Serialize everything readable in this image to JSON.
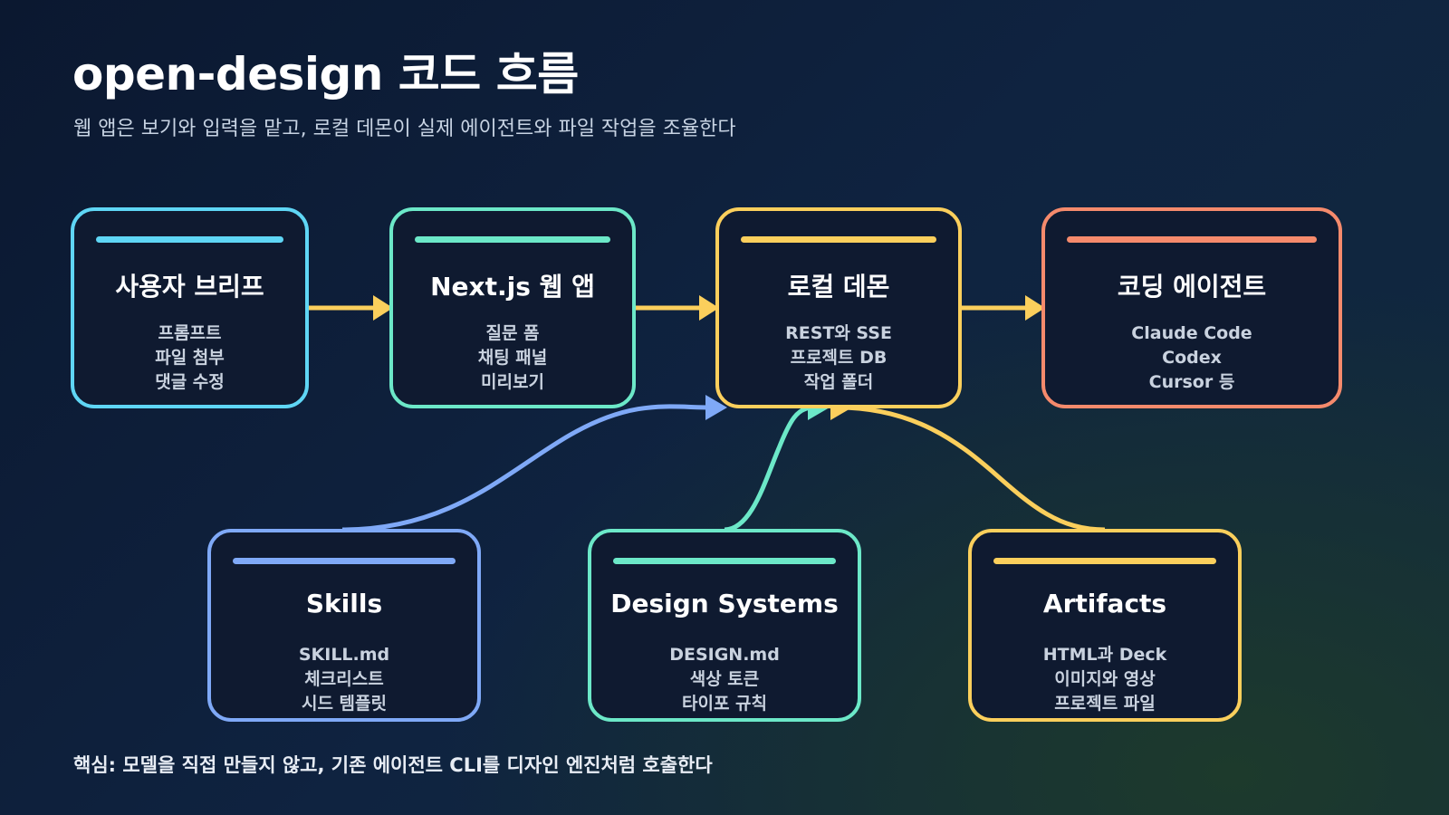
{
  "title": "open-design 코드 흐름",
  "subtitle": "웹 앱은 보기와 입력을 맡고, 로컬 데몬이 실제 에이전트와 파일 작업을 조율한다",
  "footer": "핵심: 모델을 직접 만들지 않고, 기존 에이전트 CLI를 디자인 엔진처럼 호출한다",
  "colors": {
    "cyan": "#5fd6f5",
    "teal": "#6ce8c8",
    "yellow": "#fbcf5c",
    "orange": "#f58a6c",
    "blue": "#7fa9f7"
  },
  "nodes": {
    "user_brief": {
      "title": "사용자 브리프",
      "items": [
        "프롬프트",
        "파일 첨부",
        "댓글 수정"
      ],
      "color": "#5fd6f5"
    },
    "web_app": {
      "title": "Next.js 웹 앱",
      "items": [
        "질문 폼",
        "채팅 패널",
        "미리보기"
      ],
      "color": "#6ce8c8"
    },
    "local_daemon": {
      "title": "로컬 데몬",
      "items": [
        "REST와 SSE",
        "프로젝트 DB",
        "작업 폴더"
      ],
      "color": "#fbcf5c"
    },
    "coding_agent": {
      "title": "코딩 에이전트",
      "items": [
        "Claude Code",
        "Codex",
        "Cursor 등"
      ],
      "color": "#f58a6c"
    },
    "skills": {
      "title": "Skills",
      "items": [
        "SKILL.md",
        "체크리스트",
        "시드 템플릿"
      ],
      "color": "#7fa9f7"
    },
    "design_systems": {
      "title": "Design Systems",
      "items": [
        "DESIGN.md",
        "색상 토큰",
        "타이포 규칙"
      ],
      "color": "#6ce8c8"
    },
    "artifacts": {
      "title": "Artifacts",
      "items": [
        "HTML과 Deck",
        "이미지와 영상",
        "프로젝트 파일"
      ],
      "color": "#fbcf5c"
    }
  }
}
